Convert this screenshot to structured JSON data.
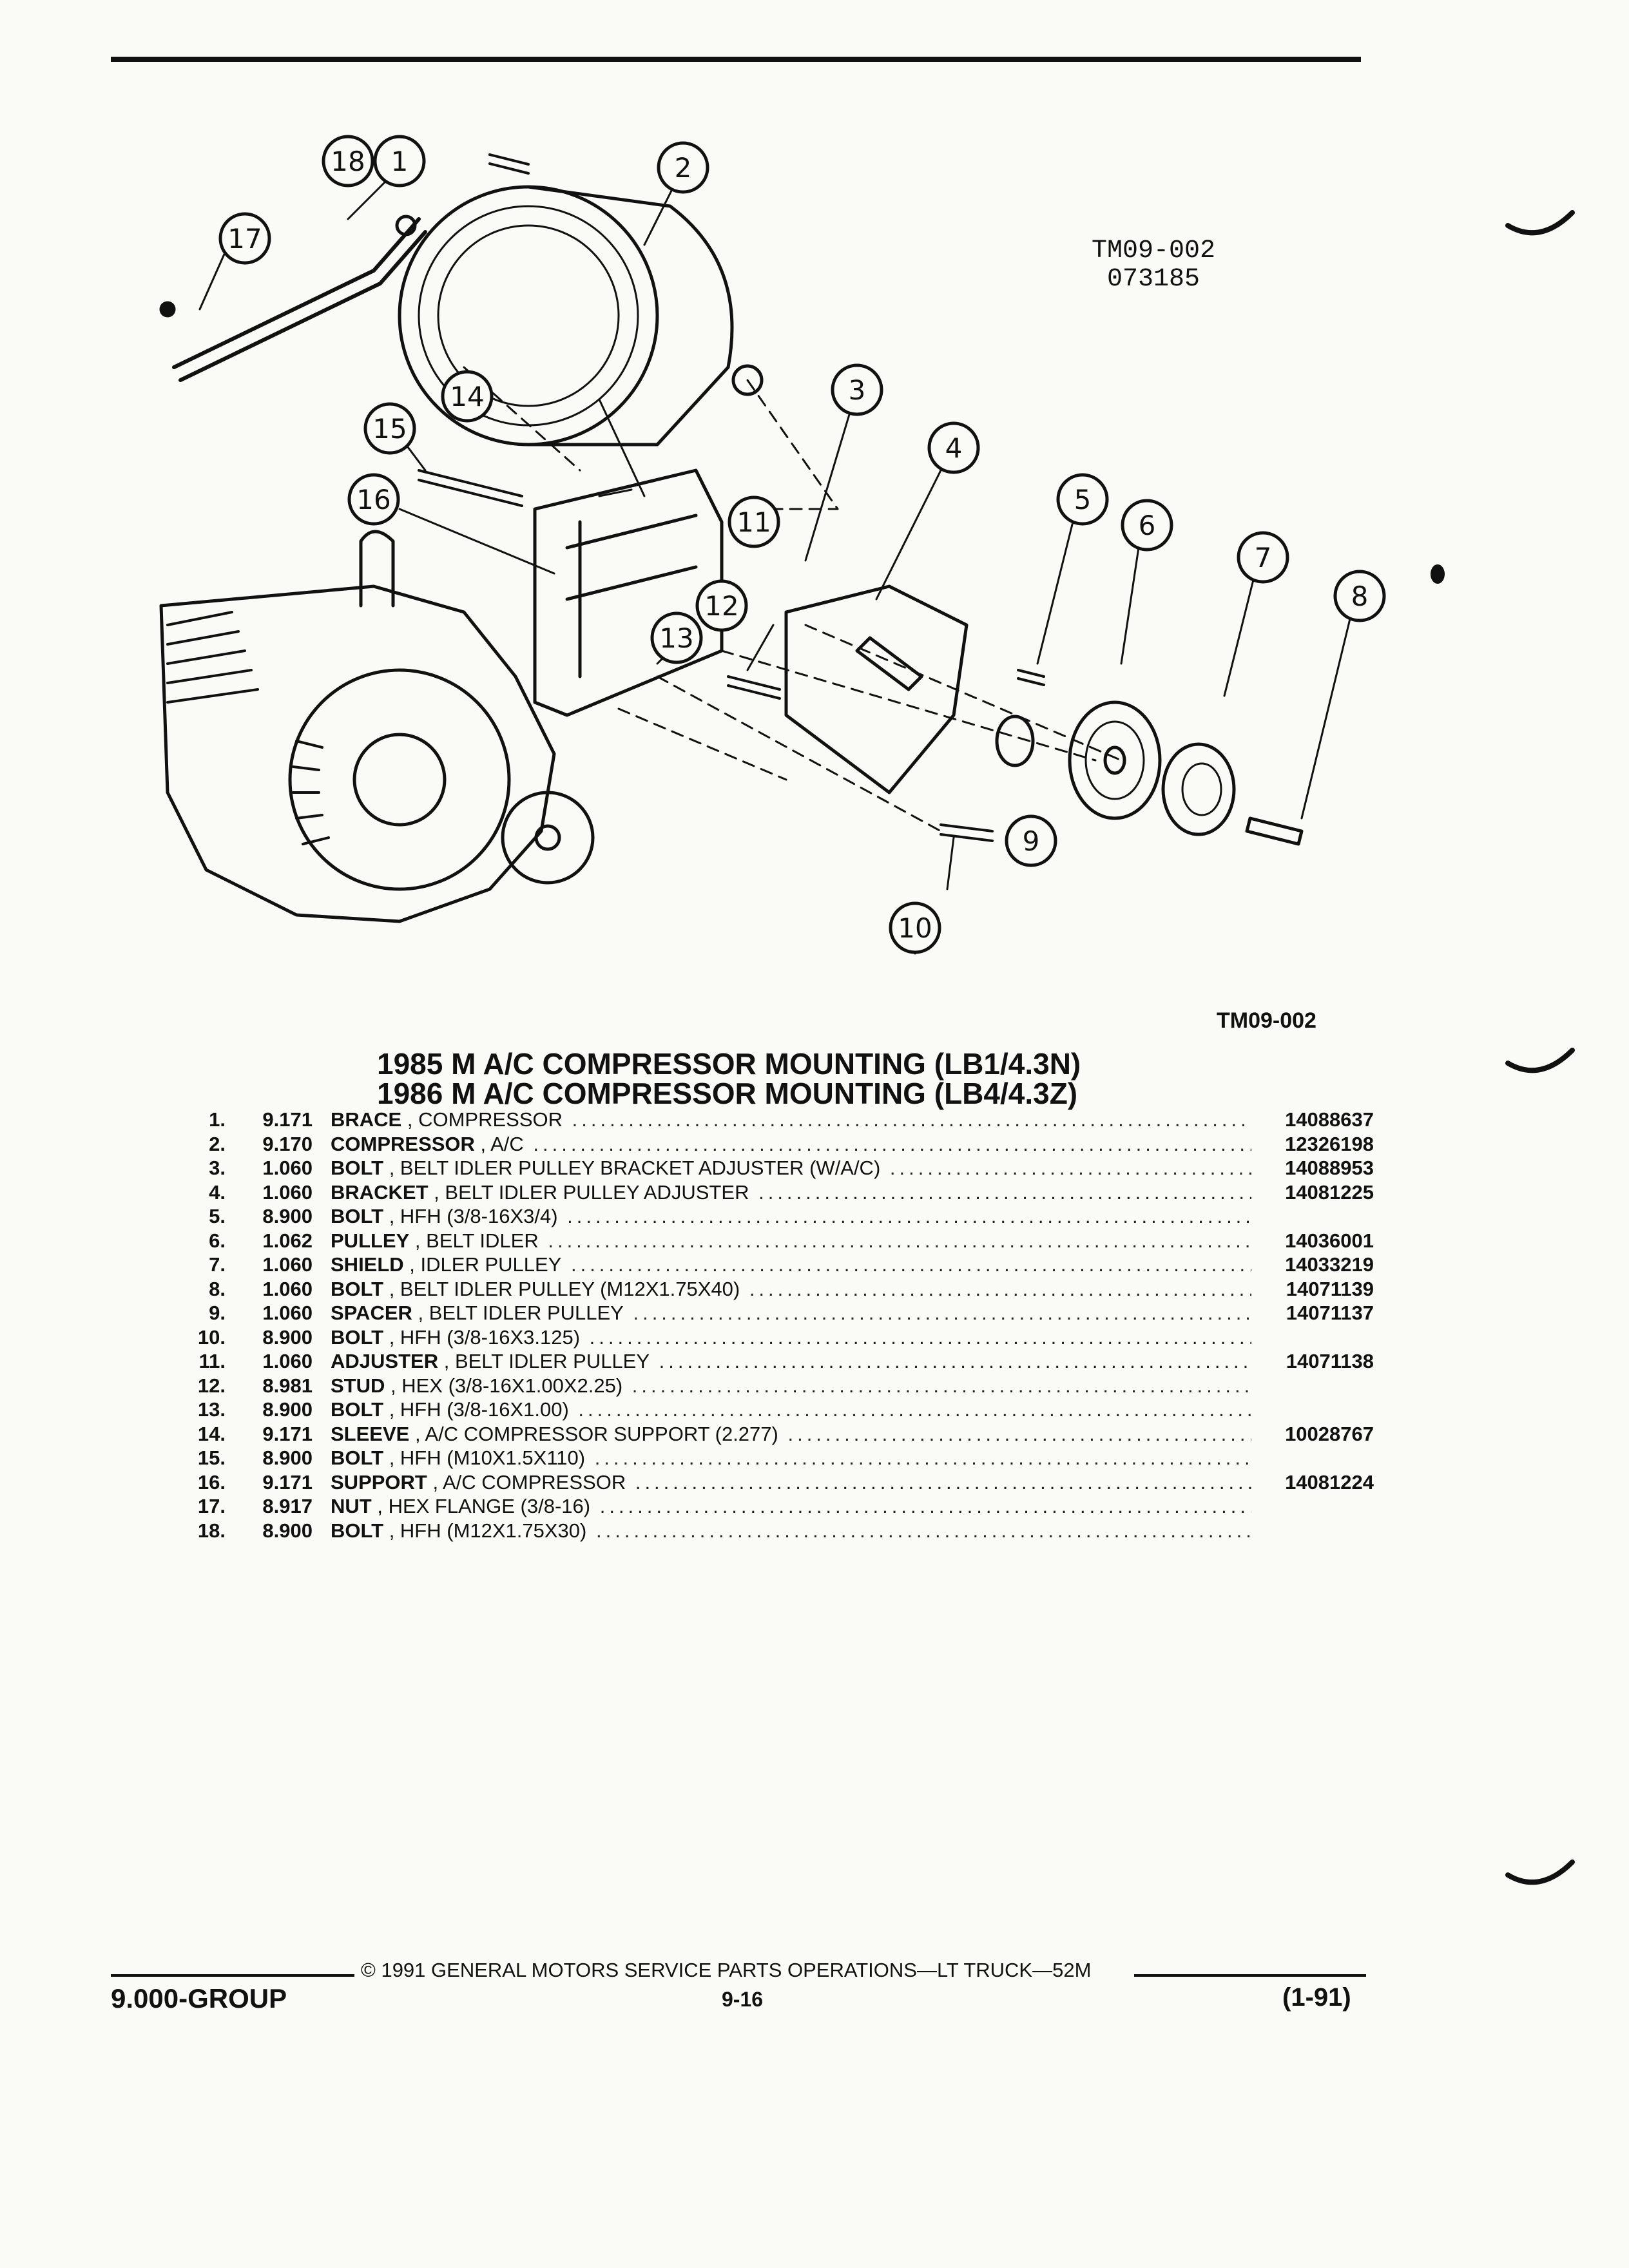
{
  "drawing": {
    "code": "TM09-002",
    "code_number": "073185",
    "label": "TM09-002",
    "callouts": [
      "1",
      "2",
      "3",
      "4",
      "5",
      "6",
      "7",
      "8",
      "9",
      "10",
      "11",
      "12",
      "13",
      "14",
      "15",
      "16",
      "17",
      "18"
    ]
  },
  "titles": {
    "line1": "1985 M A/C COMPRESSOR MOUNTING (LB1/4.3N)",
    "line2": "1986 M A/C COMPRESSOR MOUNTING (LB4/4.3Z)"
  },
  "parts": [
    {
      "idx": "1.",
      "group": "9.171",
      "name": "BRACE",
      "detail": "COMPRESSOR",
      "part": "14088637"
    },
    {
      "idx": "2.",
      "group": "9.170",
      "name": "COMPRESSOR",
      "detail": "A/C",
      "part": "12326198"
    },
    {
      "idx": "3.",
      "group": "1.060",
      "name": "BOLT",
      "detail": "BELT IDLER PULLEY BRACKET ADJUSTER (W/A/C)",
      "part": "14088953"
    },
    {
      "idx": "4.",
      "group": "1.060",
      "name": "BRACKET",
      "detail": "BELT IDLER PULLEY ADJUSTER",
      "part": "14081225"
    },
    {
      "idx": "5.",
      "group": "8.900",
      "name": "BOLT",
      "detail": "HFH (3/8-16X3/4)",
      "part": ""
    },
    {
      "idx": "6.",
      "group": "1.062",
      "name": "PULLEY",
      "detail": "BELT IDLER",
      "part": "14036001"
    },
    {
      "idx": "7.",
      "group": "1.060",
      "name": "SHIELD",
      "detail": "IDLER PULLEY",
      "part": "14033219"
    },
    {
      "idx": "8.",
      "group": "1.060",
      "name": "BOLT",
      "detail": "BELT IDLER PULLEY (M12X1.75X40)",
      "part": "14071139"
    },
    {
      "idx": "9.",
      "group": "1.060",
      "name": "SPACER",
      "detail": "BELT IDLER PULLEY",
      "part": "14071137"
    },
    {
      "idx": "10.",
      "group": "8.900",
      "name": "BOLT",
      "detail": "HFH (3/8-16X3.125)",
      "part": ""
    },
    {
      "idx": "11.",
      "group": "1.060",
      "name": "ADJUSTER",
      "detail": "BELT IDLER PULLEY",
      "part": "14071138"
    },
    {
      "idx": "12.",
      "group": "8.981",
      "name": "STUD",
      "detail": "HEX (3/8-16X1.00X2.25)",
      "part": ""
    },
    {
      "idx": "13.",
      "group": "8.900",
      "name": "BOLT",
      "detail": "HFH (3/8-16X1.00)",
      "part": ""
    },
    {
      "idx": "14.",
      "group": "9.171",
      "name": "SLEEVE",
      "detail": "A/C COMPRESSOR SUPPORT (2.277)",
      "part": "10028767"
    },
    {
      "idx": "15.",
      "group": "8.900",
      "name": "BOLT",
      "detail": "HFH (M10X1.5X110)",
      "part": ""
    },
    {
      "idx": "16.",
      "group": "9.171",
      "name": "SUPPORT",
      "detail": "A/C COMPRESSOR",
      "part": "14081224"
    },
    {
      "idx": "17.",
      "group": "8.917",
      "name": "NUT",
      "detail": "HEX FLANGE (3/8-16)",
      "part": ""
    },
    {
      "idx": "18.",
      "group": "8.900",
      "name": "BOLT",
      "detail": "HFH (M12X1.75X30)",
      "part": ""
    }
  ],
  "footer": {
    "copyright": "© 1991 GENERAL MOTORS SERVICE PARTS OPERATIONS—LT TRUCK—52M",
    "group": "9.000-GROUP",
    "page": "9-16",
    "date": "(1-91)"
  }
}
